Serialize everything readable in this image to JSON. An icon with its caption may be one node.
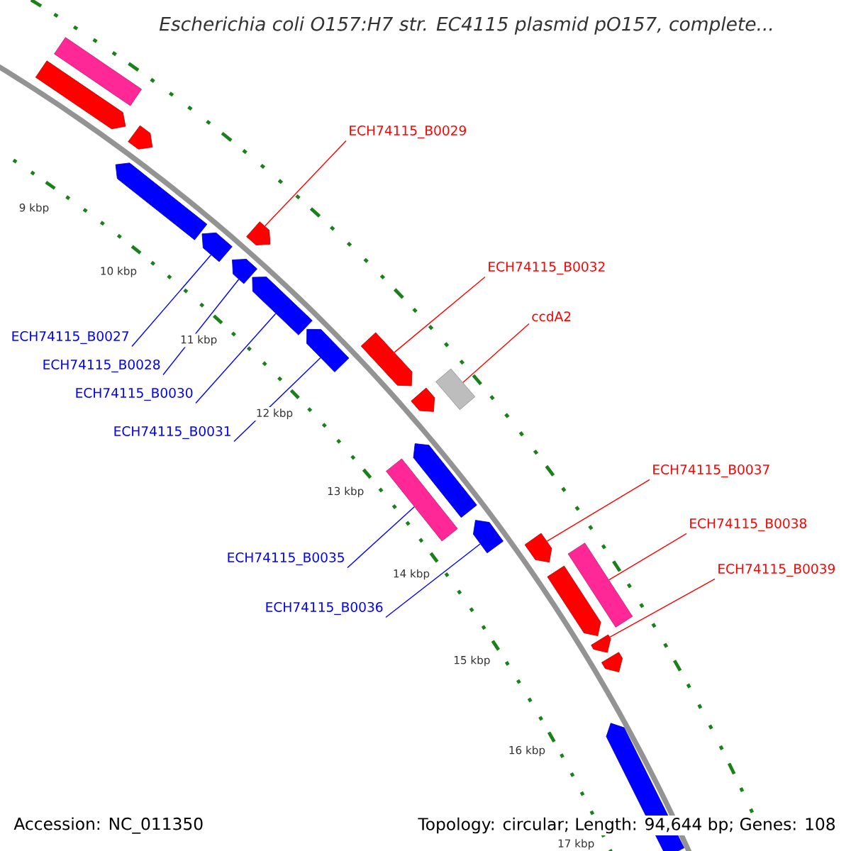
{
  "diagram": {
    "title": "Escherichia coli O157:H7 str. EC4115 plasmid pO157, complete...",
    "nodes": [
      {
        "text": [
          "ECH74115_B0029"
        ]
      },
      {
        "text": [
          "ECH74115_B0032"
        ]
      },
      {
        "text": [
          "ccdA2"
        ]
      },
      {
        "text": [
          "ECH74115_B0037"
        ]
      },
      {
        "text": [
          "ECH74115_B0038"
        ]
      },
      {
        "text": [
          "ECH74115_B0039"
        ]
      },
      {
        "text": [
          "ECH74115_B0027"
        ]
      },
      {
        "text": [
          "ECH74115_B0028"
        ]
      },
      {
        "text": [
          "ECH74115_B0030"
        ]
      },
      {
        "text": [
          "ECH74115_B0031"
        ]
      },
      {
        "text": [
          "ECH74115_B0035"
        ]
      },
      {
        "text": [
          "ECH74115_B0036"
        ]
      },
      {
        "text": [],
        "shape": "bar"
      },
      {
        "text": [],
        "shape": "pentagon"
      },
      {
        "text": [],
        "shape": "pentagon"
      },
      {
        "text": [],
        "shape": "pentagon"
      },
      {
        "text": [],
        "shape": "pentagon"
      },
      {
        "text": [],
        "shape": "pentagon"
      },
      {
        "text": [],
        "shape": "pentagon"
      },
      {
        "text": [],
        "shape": "pentagon"
      },
      {
        "text": [],
        "shape": "pentagon"
      },
      {
        "text": [],
        "shape": "pentagon"
      },
      {
        "text": [],
        "shape": "pentagon"
      },
      {
        "text": [],
        "shape": "bar"
      },
      {
        "text": [],
        "shape": "bar"
      },
      {
        "text": [],
        "shape": "pentagon"
      },
      {
        "text": [],
        "shape": "pentagon"
      },
      {
        "text": [],
        "shape": "pentagon"
      },
      {
        "text": [],
        "shape": "bar"
      },
      {
        "text": [],
        "shape": "pentagon"
      },
      {
        "text": [],
        "shape": "pentagon"
      },
      {
        "text": [],
        "shape": "pentagon"
      },
      {
        "text": [],
        "shape": "pentagon"
      }
    ],
    "edges": [
      {
        "from": 0,
        "to": 17,
        "arrow": "none",
        "color": "#ff0000"
      },
      {
        "from": 1,
        "to": 21,
        "arrow": "none",
        "color": "#ff0000"
      },
      {
        "from": 2,
        "to": 23,
        "arrow": "none",
        "color": "#ff0000"
      },
      {
        "from": 3,
        "to": 27,
        "arrow": "none",
        "color": "#ff0000"
      },
      {
        "from": 4,
        "to": 28,
        "arrow": "none",
        "color": "#ff0000"
      },
      {
        "from": 5,
        "to": 30,
        "arrow": "none",
        "color": "#ff0000"
      },
      {
        "from": 6,
        "to": 16,
        "arrow": "none",
        "color": "#0000ff"
      },
      {
        "from": 7,
        "to": 18,
        "arrow": "none",
        "color": "#0000ff"
      },
      {
        "from": 8,
        "to": 19,
        "arrow": "none",
        "color": "#0000ff"
      },
      {
        "from": 9,
        "to": 20,
        "arrow": "none",
        "color": "#0000ff"
      },
      {
        "from": 10,
        "to": 24,
        "arrow": "none",
        "color": "#0000ff"
      },
      {
        "from": 11,
        "to": 26,
        "arrow": "none",
        "color": "#0000ff"
      }
    ],
    "labels": [
      "9 kbp",
      "10 kbp",
      "11 kbp",
      "12 kbp",
      "13 kbp",
      "14 kbp",
      "15 kbp",
      "16 kbp",
      "17 kbp",
      "Accession: NC_011350",
      "Topology: circular; Length: 94,644 bp; Genes: 108"
    ]
  }
}
